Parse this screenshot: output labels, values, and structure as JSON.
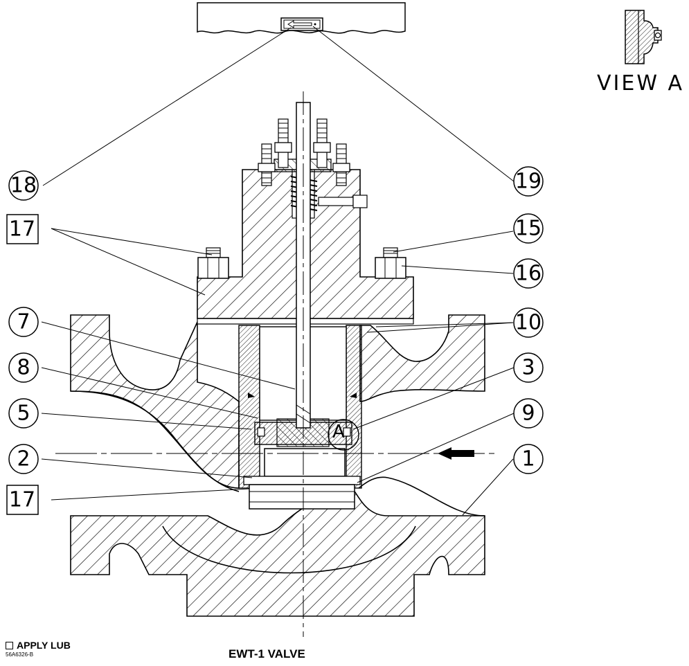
{
  "diagram": {
    "title": "EWT-1 VALVE",
    "drawing_number": "56A6326-B",
    "view_label": "VIEW  A",
    "detail_marker": "A",
    "legend": {
      "lub_symbol": "square-box",
      "lub_text": "APPLY LUB"
    },
    "callouts": [
      {
        "id": "c18",
        "label": "18",
        "boxed": false
      },
      {
        "id": "c17a",
        "label": "17",
        "boxed": true
      },
      {
        "id": "c7",
        "label": "7",
        "boxed": false
      },
      {
        "id": "c8",
        "label": "8",
        "boxed": false
      },
      {
        "id": "c5",
        "label": "5",
        "boxed": false
      },
      {
        "id": "c2",
        "label": "2",
        "boxed": false
      },
      {
        "id": "c17b",
        "label": "17",
        "boxed": true
      },
      {
        "id": "c19",
        "label": "19",
        "boxed": false
      },
      {
        "id": "c15",
        "label": "15",
        "boxed": false
      },
      {
        "id": "c16",
        "label": "16",
        "boxed": false
      },
      {
        "id": "c10",
        "label": "10",
        "boxed": false
      },
      {
        "id": "c3",
        "label": "3",
        "boxed": false
      },
      {
        "id": "c9",
        "label": "9",
        "boxed": false
      },
      {
        "id": "c1",
        "label": "1",
        "boxed": false
      }
    ]
  }
}
